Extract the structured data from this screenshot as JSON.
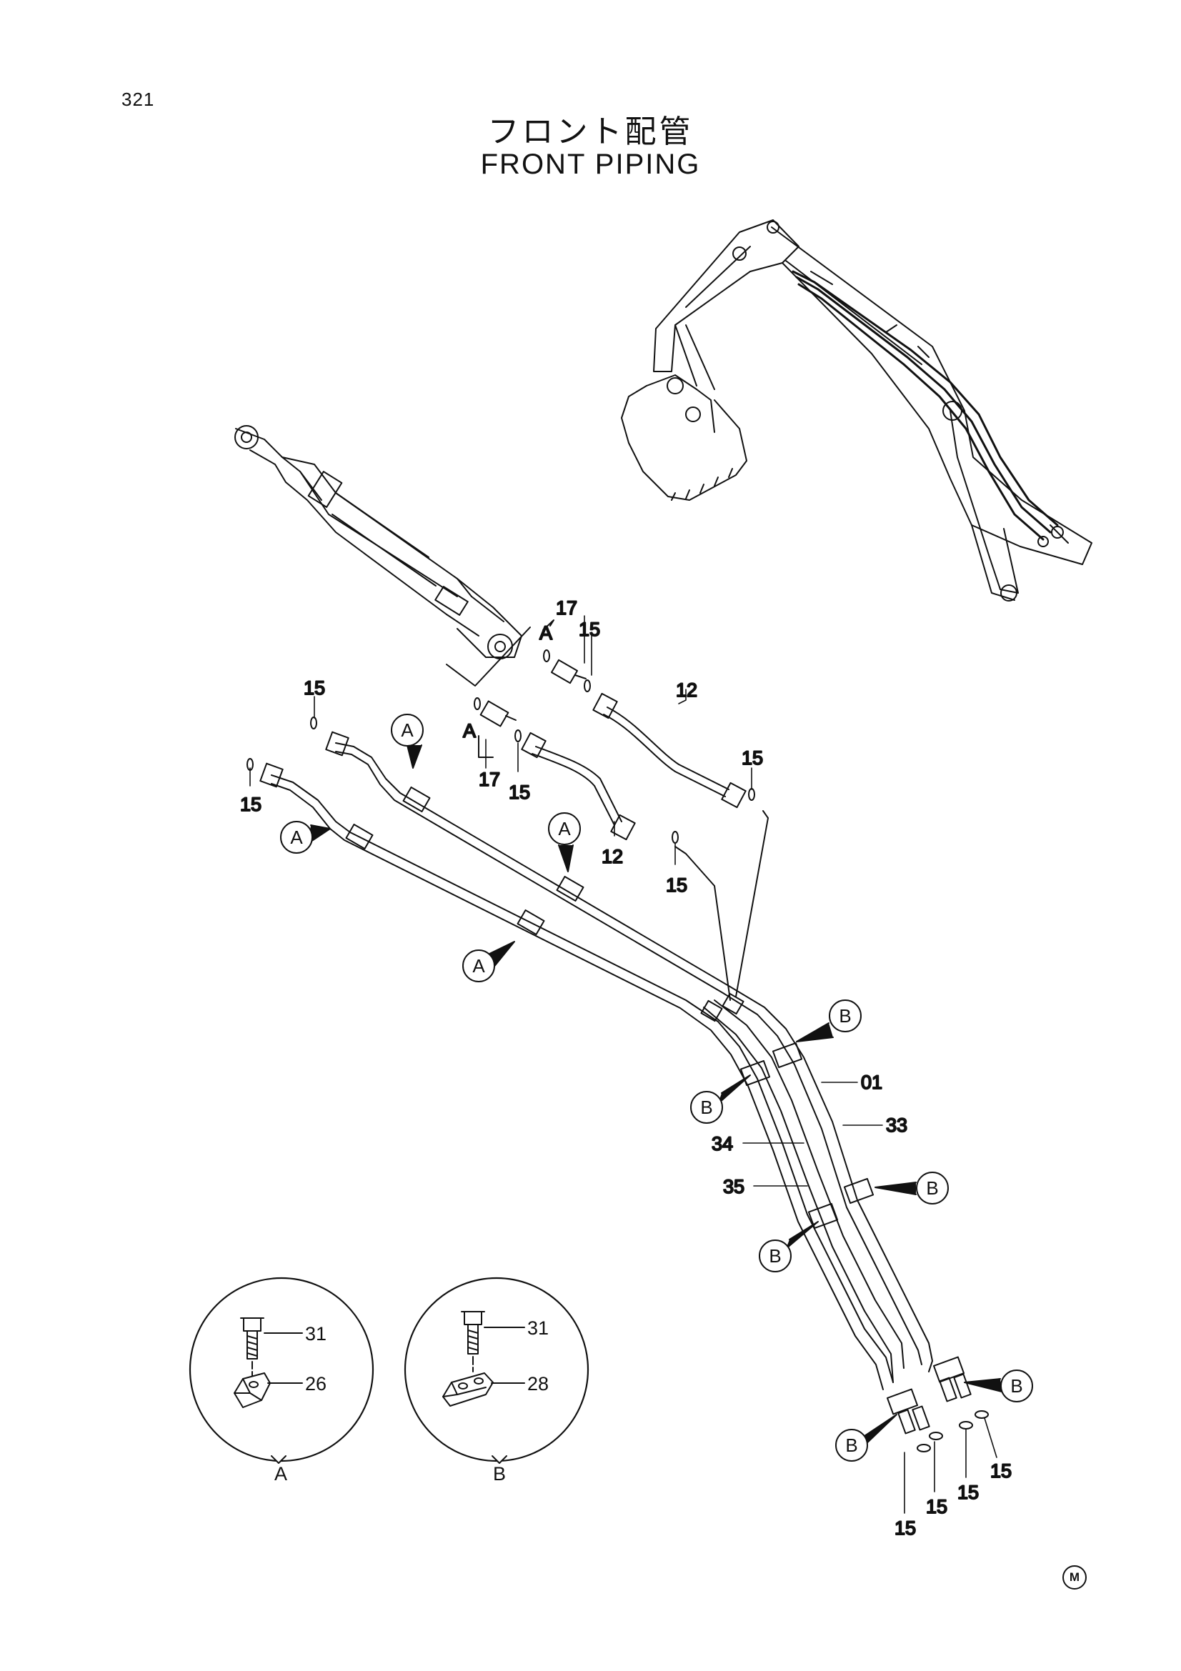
{
  "page_number": "321",
  "title_jp": "フロント配管",
  "title_en": "FRONT PIPING",
  "footer_mark": "M",
  "detail_views": {
    "a": {
      "caption": "A",
      "bolt": "31",
      "clamp": "26"
    },
    "b": {
      "caption": "B",
      "bolt": "31",
      "clamp": "28"
    }
  },
  "callouts": {
    "a_letter": "A",
    "b_letter": "B"
  },
  "labels": {
    "hose_12": "12",
    "hose_12b": "12",
    "fitting_17_top": "17",
    "fitting_17_mid": "17",
    "seal_15": "15",
    "ref_a": "A",
    "pipe_01": "01",
    "pipe_33": "33",
    "pipe_34": "34",
    "pipe_35": "35"
  }
}
